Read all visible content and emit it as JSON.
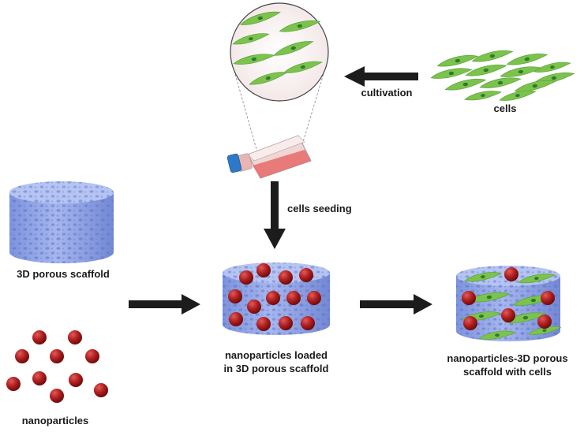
{
  "labels": {
    "cultivation": "cultivation",
    "cells": "cells",
    "cells_seeding": "cells seeding",
    "scaffold": "3D porous scaffold",
    "loaded_line1": "nanoparticles loaded",
    "loaded_line2": "in 3D porous scaffold",
    "final_line1": "nanoparticles-3D porous",
    "final_line2": "scaffold with cells",
    "nanoparticles": "nanoparticles"
  },
  "colors": {
    "scaffold": "#8ea3e6",
    "scaffold_top": "#b6c4f2",
    "pore": "#5f76c9",
    "nanoparticle": "#b01e1e",
    "cell": "#7cc34e",
    "nucleus": "#2f7a2f",
    "arrow": "#1c1c1c",
    "flask_liquid": "#e86a6a",
    "flask_cap": "#2e78c8"
  }
}
